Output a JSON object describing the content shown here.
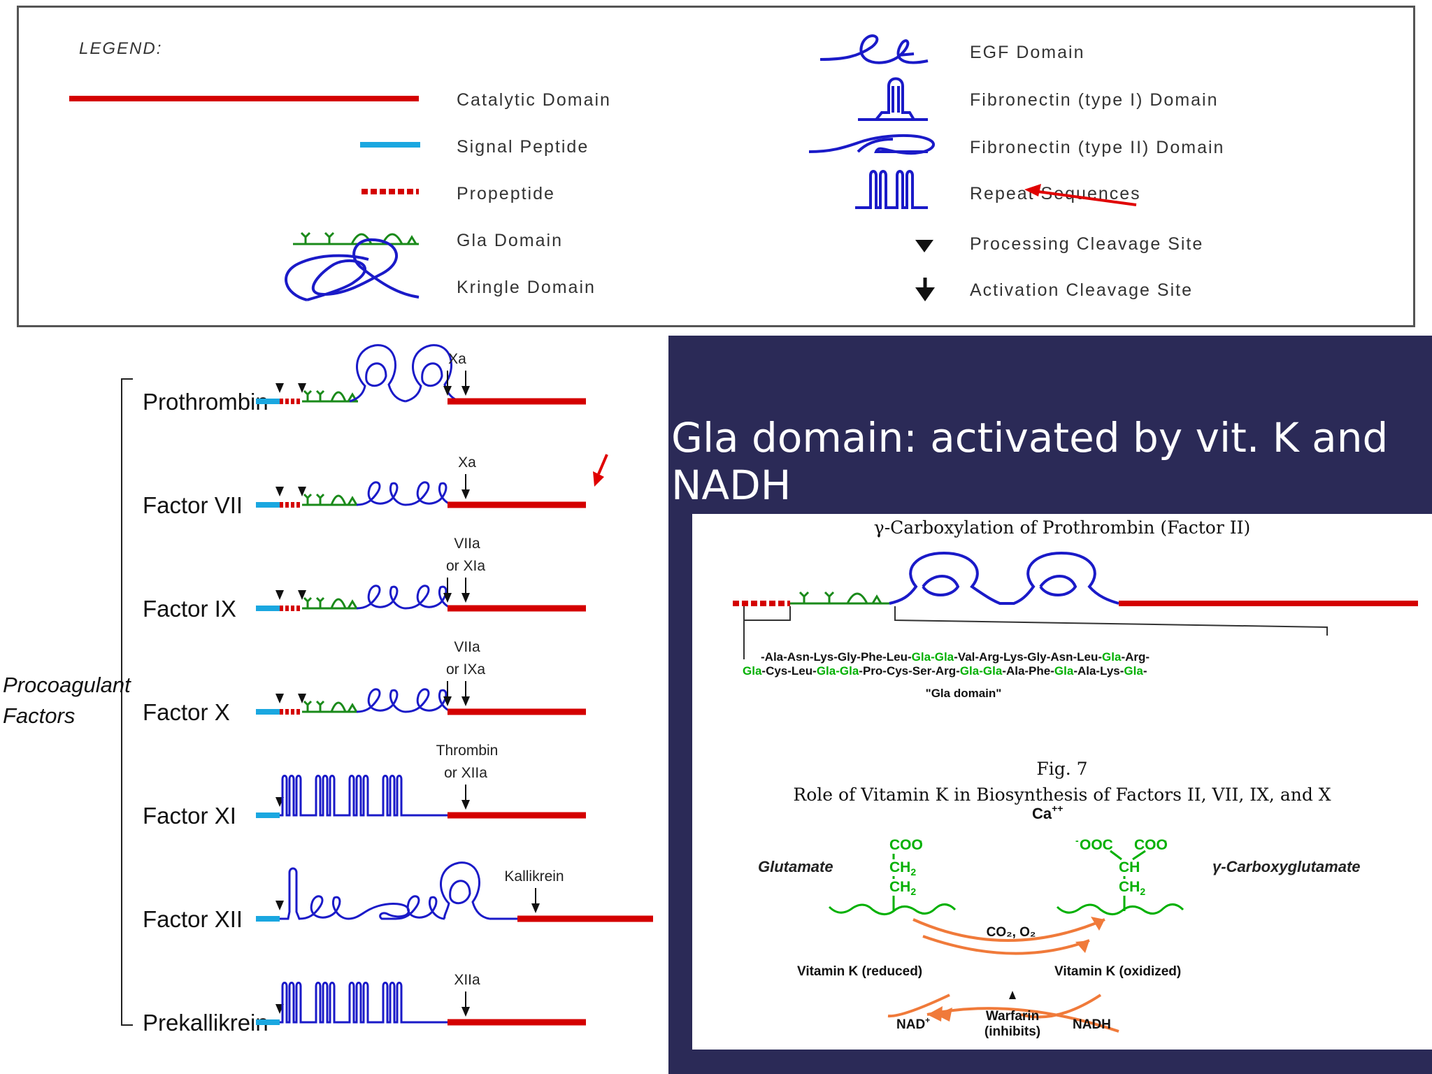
{
  "legend": {
    "heading": "LEGEND:",
    "items_left": [
      {
        "label": "Catalytic Domain",
        "icon": "catalytic-line"
      },
      {
        "label": "Signal Peptide",
        "icon": "signal-line"
      },
      {
        "label": "Propeptide",
        "icon": "propeptide-dots"
      },
      {
        "label": "Gla Domain",
        "icon": "gla-wave"
      },
      {
        "label": "Kringle Domain",
        "icon": "kringle-loop"
      }
    ],
    "items_right": [
      {
        "label": "EGF Domain",
        "icon": "egf-loop"
      },
      {
        "label": "Fibronectin (type I) Domain",
        "icon": "fibronectin-1"
      },
      {
        "label": "Fibronectin (type II) Domain",
        "icon": "fibronectin-2"
      },
      {
        "label": "Repeat Sequences",
        "icon": "repeat-wave"
      },
      {
        "label": "Processing Cleavage Site",
        "icon": "processing-arrow"
      },
      {
        "label": "Activation Cleavage Site",
        "icon": "activation-arrow"
      }
    ]
  },
  "factors": {
    "group_label_line1": "Procoagulant",
    "group_label_line2": "Factors",
    "rows": [
      {
        "name": "Prothrombin",
        "enzyme_line1": "Xa",
        "enzyme_line2": ""
      },
      {
        "name": "Factor VII",
        "enzyme_line1": "Xa",
        "enzyme_line2": ""
      },
      {
        "name": "Factor IX",
        "enzyme_line1": "VIIa",
        "enzyme_line2": "or XIa"
      },
      {
        "name": "Factor X",
        "enzyme_line1": "VIIa",
        "enzyme_line2": "or IXa"
      },
      {
        "name": "Factor XI",
        "enzyme_line1": "Thrombin",
        "enzyme_line2": "or XIIa"
      },
      {
        "name": "Factor XII",
        "enzyme_line1": "Kallikrein",
        "enzyme_line2": ""
      },
      {
        "name": "Prekallikrein",
        "enzyme_line1": "XIIa",
        "enzyme_line2": ""
      }
    ]
  },
  "slide": {
    "title": "Gla domain: activated by vit. K and NADH"
  },
  "figure": {
    "top_title": "γ-Carboxylation of Prothrombin (Factor II)",
    "sequence_line1": [
      {
        "t": "-Ala-Asn-Lys-Gly-Phe-Leu-",
        "gla": false
      },
      {
        "t": "Gla-Gla",
        "gla": true
      },
      {
        "t": "-Val-Arg-Lys-Gly-Asn-Leu-",
        "gla": false
      },
      {
        "t": "Gla",
        "gla": true
      },
      {
        "t": "-Arg-",
        "gla": false
      }
    ],
    "sequence_line2": [
      {
        "t": "Gla",
        "gla": true
      },
      {
        "t": "-Cys-Leu-",
        "gla": false
      },
      {
        "t": "Gla-Gla",
        "gla": true
      },
      {
        "t": "-Pro-Cys-Ser-Arg-",
        "gla": false
      },
      {
        "t": "Gla-Gla",
        "gla": true
      },
      {
        "t": "-Ala-Phe-",
        "gla": false
      },
      {
        "t": "Gla",
        "gla": true
      },
      {
        "t": "-Ala-Lys-",
        "gla": false
      },
      {
        "t": "Gla",
        "gla": true
      },
      {
        "t": "-",
        "gla": false
      }
    ],
    "gla_caption": "\"Gla domain\"",
    "fig_number": "Fig. 7",
    "fig_caption": "Role of Vitamin K in Biosynthesis of Factors II, VII, IX, and X",
    "ca_label": "Ca",
    "ca_charge": "++",
    "glutamate": "Glutamate",
    "carboxyglutamate": "γ-Carboxyglutamate",
    "coo": "COO",
    "ooc": "OOC",
    "minus": "-",
    "ch2": "CH",
    "ch": "CH",
    "sub2": "2",
    "co2_o2": "CO₂, O₂",
    "vitk_reduced": "Vitamin K (reduced)",
    "vitk_oxidized": "Vitamin K (oxidized)",
    "nad": "NAD",
    "nad_plus": "+",
    "warfarin": "Warfarin",
    "inhibits": "(inhibits)",
    "nadh": "NADH"
  },
  "colors": {
    "catalytic": "#d40000",
    "signal": "#1aa7e0",
    "gla": "#1a8a1a",
    "domain_blue": "#1a1ac8",
    "slide_bg": "#2b2a57",
    "chem_green": "#00b000",
    "cycle_orange": "#f07a3a",
    "annotation_red": "#e00000"
  }
}
